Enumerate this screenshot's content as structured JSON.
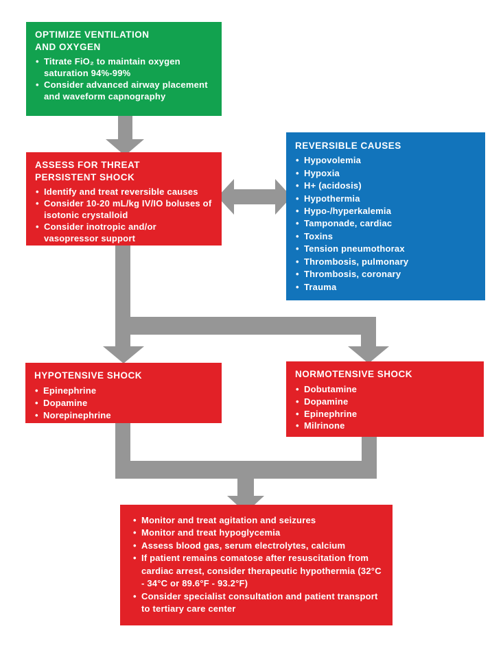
{
  "palette": {
    "green": "#12A24F",
    "red": "#E22127",
    "blue": "#1274BB",
    "arrow_gray": "#969696",
    "text_color": "#FFFFFF",
    "background": "#FFFFFF"
  },
  "boxes": {
    "optimize": {
      "title": "OPTIMIZE VENTILATION\nAND OXYGEN",
      "bullets": [
        "Titrate FiO₂ to maintain oxygen saturation 94%-99%",
        "Consider advanced airway placement and waveform capnography"
      ]
    },
    "assess": {
      "title": "ASSESS FOR THREAT\nPERSISTENT SHOCK",
      "bullets": [
        "Identify and treat reversible causes",
        "Consider 10-20 mL/kg IV/IO boluses of isotonic crystalloid",
        "Consider inotropic and/or vasopressor support"
      ]
    },
    "reversible": {
      "title": "REVERSIBLE CAUSES",
      "bullets": [
        "Hypovolemia",
        "Hypoxia",
        "H+ (acidosis)",
        "Hypothermia",
        "Hypo-/hyperkalemia",
        "Tamponade, cardiac",
        "Toxins",
        "Tension pneumothorax",
        "Thrombosis, pulmonary",
        "Thrombosis, coronary",
        "Trauma"
      ]
    },
    "hypotensive": {
      "title": "HYPOTENSIVE SHOCK",
      "bullets": [
        "Epinephrine",
        "Dopamine",
        "Norepinephrine"
      ]
    },
    "normotensive": {
      "title": "NORMOTENSIVE SHOCK",
      "bullets": [
        "Dobutamine",
        "Dopamine",
        "Epinephrine",
        "Milrinone"
      ]
    },
    "post_resuscitation": {
      "bullets": [
        "Monitor and treat agitation and seizures",
        "Monitor and treat hypoglycemia",
        "Assess blood gas, serum electrolytes, calcium",
        "If patient remains comatose after resuscitation from cardiac arrest, consider therapeutic hypothermia (32°C - 34°C or 89.6°F - 93.2°F)",
        "Consider specialist consultation and patient transport to tertiary care center"
      ]
    }
  }
}
